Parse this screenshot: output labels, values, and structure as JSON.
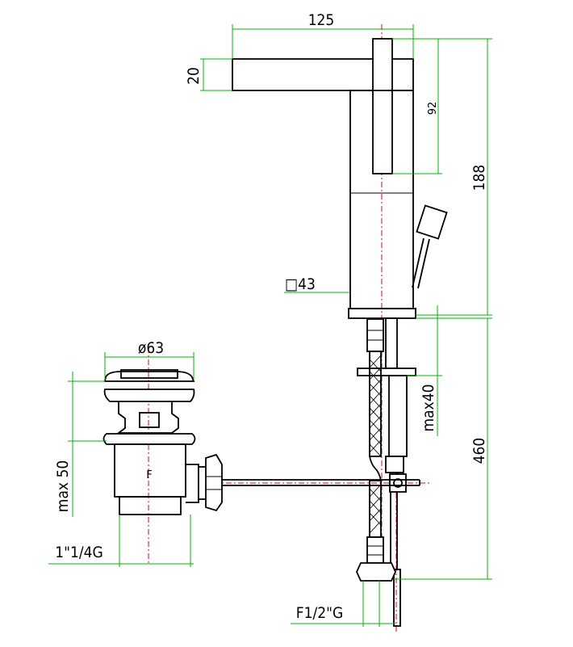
{
  "dimensions": {
    "spout_length": "125",
    "spout_height": "20",
    "lever_height": "92",
    "total_height": "188",
    "body_size": "□43",
    "waste_diameter": "ø63",
    "max_thickness": "max40",
    "hose_length": "460",
    "waste_height": "max 50",
    "waste_thread": "1\"1/4G",
    "connection_thread": "F1/2\"G",
    "waste_marking": "F"
  },
  "colors": {
    "outline": "#000000",
    "dimension_lines": "#00b400",
    "center_lines": "#e0001a"
  }
}
